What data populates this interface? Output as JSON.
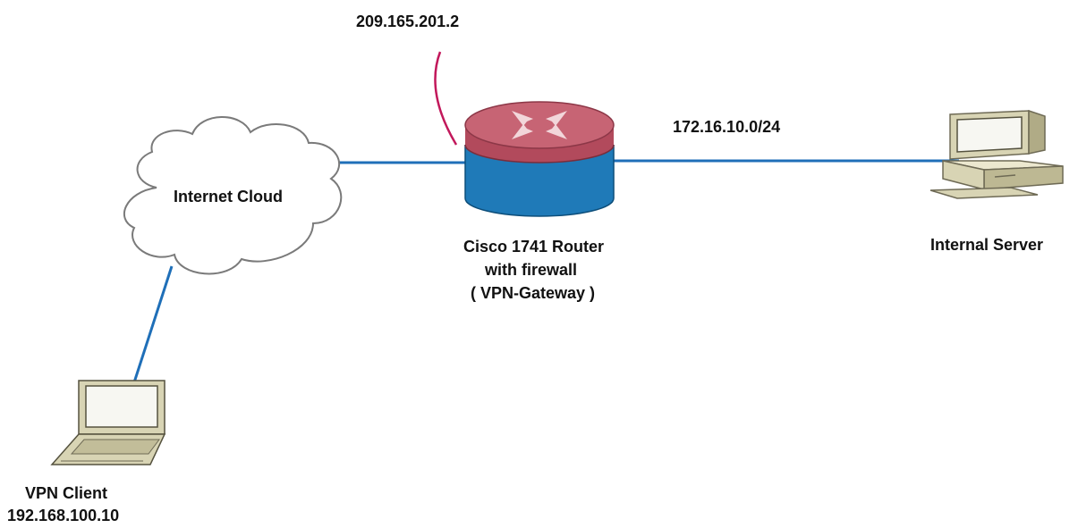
{
  "labels": {
    "public_ip": "209.165.201.2",
    "internal_subnet": "172.16.10.0/24",
    "internet_cloud": "Internet Cloud",
    "router_line1": "Cisco 1741 Router",
    "router_line2": "with firewall",
    "router_line3": "( VPN-Gateway )",
    "internal_server": "Internal Server",
    "vpn_client_name": "VPN Client",
    "vpn_client_ip": "192.168.100.10"
  },
  "colors": {
    "link": "#1f6fb8",
    "router_top": "#c05a6a",
    "router_body": "#1f7ab8",
    "pointer": "#c2185b",
    "cloud_outline": "#7a7a7a",
    "device_beige": "#d8d4b4"
  },
  "icons": {
    "router": "router-icon",
    "cloud": "cloud-icon",
    "server": "desktop-computer-icon",
    "client": "laptop-icon"
  }
}
